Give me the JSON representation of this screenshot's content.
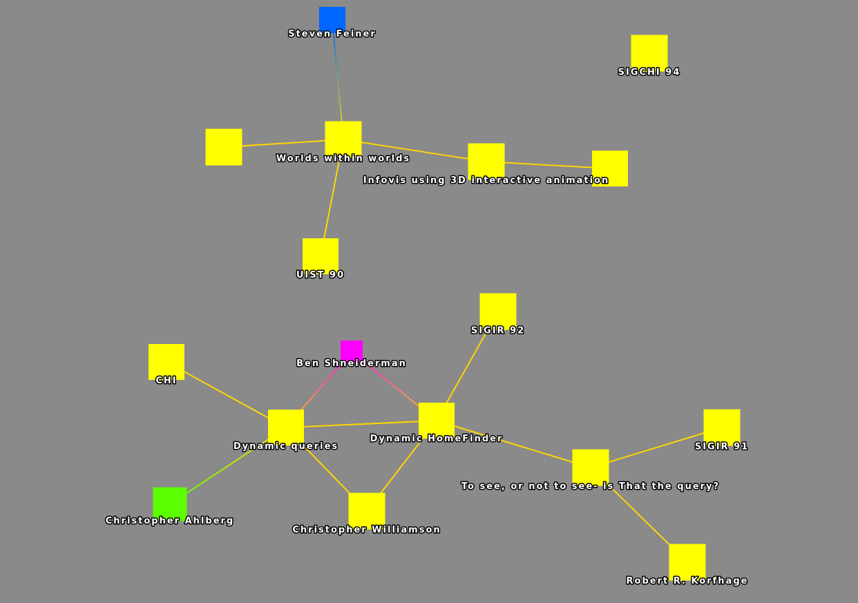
{
  "graph": {
    "background": "#8a8a8a",
    "edge_color": "#ffd700",
    "nodes": [
      {
        "id": "steven",
        "label": "Steven Feiner",
        "color": "#0066ff",
        "kind": "person"
      },
      {
        "id": "sigchi94",
        "label": "SIGCHI 94",
        "color": "#ffff00",
        "kind": "venue"
      },
      {
        "id": "unnamed1",
        "label": "",
        "color": "#ffff00",
        "kind": "item"
      },
      {
        "id": "worlds",
        "label": "Worlds within worlds",
        "color": "#ffff00",
        "kind": "paper"
      },
      {
        "id": "infovis",
        "label": "Infovis using 3D interactive animation",
        "color": "#ffff00",
        "kind": "paper"
      },
      {
        "id": "unnamed2",
        "label": "",
        "color": "#ffff00",
        "kind": "item"
      },
      {
        "id": "uist90",
        "label": "UIST 90",
        "color": "#ffff00",
        "kind": "venue"
      },
      {
        "id": "sigir92",
        "label": "SIGIR 92",
        "color": "#ffff00",
        "kind": "venue"
      },
      {
        "id": "ben",
        "label": "Ben Shneiderman",
        "color": "#ff00ff",
        "kind": "person"
      },
      {
        "id": "chi",
        "label": "CHI",
        "color": "#ffff00",
        "kind": "venue"
      },
      {
        "id": "dq",
        "label": "Dynamic queries",
        "color": "#ffff00",
        "kind": "paper"
      },
      {
        "id": "dhf",
        "label": "Dynamic HomeFinder",
        "color": "#ffff00",
        "kind": "paper"
      },
      {
        "id": "sigir91",
        "label": "SIGIR 91",
        "color": "#ffff00",
        "kind": "venue"
      },
      {
        "id": "tosee",
        "label": "To see, or not to see- is That the query?",
        "color": "#ffff00",
        "kind": "paper"
      },
      {
        "id": "ahlberg",
        "label": "Christopher Ahlberg",
        "color": "#5cff00",
        "kind": "person"
      },
      {
        "id": "williamson",
        "label": "Christopher Williamson",
        "color": "#ffff00",
        "kind": "person"
      },
      {
        "id": "korfhage",
        "label": "Robert R. Korfhage",
        "color": "#ffff00",
        "kind": "person"
      }
    ],
    "edges": [
      [
        "steven",
        "worlds"
      ],
      [
        "unnamed1",
        "worlds"
      ],
      [
        "worlds",
        "infovis"
      ],
      [
        "infovis",
        "unnamed2"
      ],
      [
        "worlds",
        "uist90"
      ],
      [
        "chi",
        "dq"
      ],
      [
        "ben",
        "dq"
      ],
      [
        "ben",
        "dhf"
      ],
      [
        "dq",
        "dhf"
      ],
      [
        "dq",
        "ahlberg"
      ],
      [
        "dq",
        "williamson"
      ],
      [
        "dhf",
        "williamson"
      ],
      [
        "dhf",
        "sigir92"
      ],
      [
        "dhf",
        "tosee"
      ],
      [
        "tosee",
        "sigir91"
      ],
      [
        "tosee",
        "korfhage"
      ]
    ]
  }
}
